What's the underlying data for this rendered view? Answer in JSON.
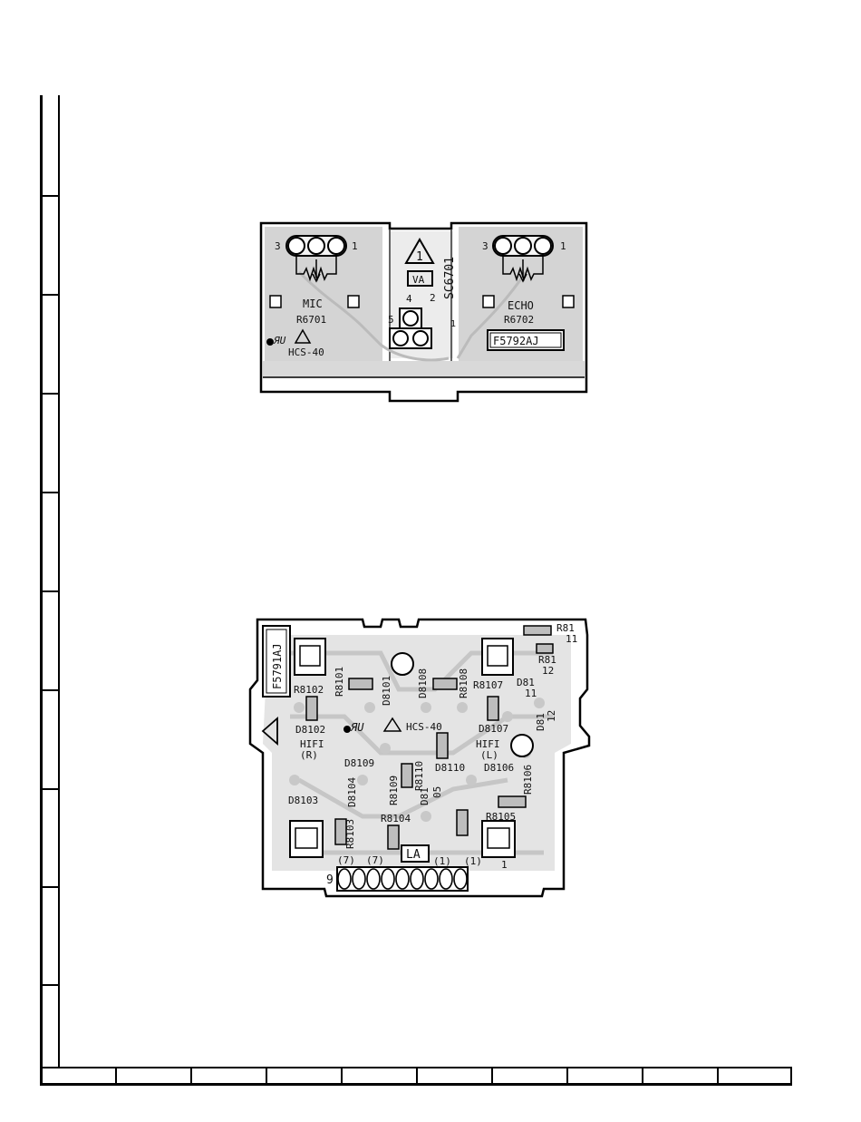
{
  "board1": {
    "pot_left": {
      "pin_left": "3",
      "pin_right": "1",
      "name": "MIC",
      "ref": "R6701"
    },
    "pot_right": {
      "pin_left": "3",
      "pin_right": "1",
      "name": "ECHO",
      "ref": "R6702"
    },
    "warning_number": "1",
    "va_label": "VA",
    "connector_ref": "SC6701",
    "pin_4": "4",
    "pin_2": "2",
    "pin_5": "5",
    "pin_1": "1",
    "hcs_label": "HCS-40",
    "part_code": "F5792AJ"
  },
  "board2": {
    "part_code": "F5791AJ",
    "labels": {
      "r81_top": "R81",
      "r81_top_sub": "11",
      "r81_mid": "R81",
      "r81_mid_sub": "12",
      "r8101": "R8101",
      "d8101": "D8101",
      "d8108": "D8108",
      "r8108": "R8108",
      "r8107": "R8107",
      "d81_a": "D81",
      "d81_a_sub": "11",
      "d81_b": "D81",
      "d81_b_sub": "12",
      "r8102": "R8102",
      "d8102": "D8102",
      "hcs": "HCS-40",
      "d8107": "D8107",
      "hifi_r": "HIFI",
      "hifi_r_sub": "(R)",
      "hifi_l": "HIFI",
      "hifi_l_sub": "(L)",
      "d8109": "D8109",
      "r8110": "R8110",
      "d8110": "D8110",
      "d8106": "D8106",
      "r8109": "R8109",
      "d8104": "D8104",
      "d8103": "D8103",
      "d81_c": "D81",
      "d81_c_sub": "05",
      "r8106": "R8106",
      "r8104": "R8104",
      "r8105": "R8105",
      "r8103": "R8103",
      "la": "LA",
      "pin_9": "9",
      "pin_7a": "(7)",
      "pin_7b": "(7)",
      "pin_1a": "(1)",
      "pin_1b": "(1)",
      "pin_1": "1"
    }
  }
}
